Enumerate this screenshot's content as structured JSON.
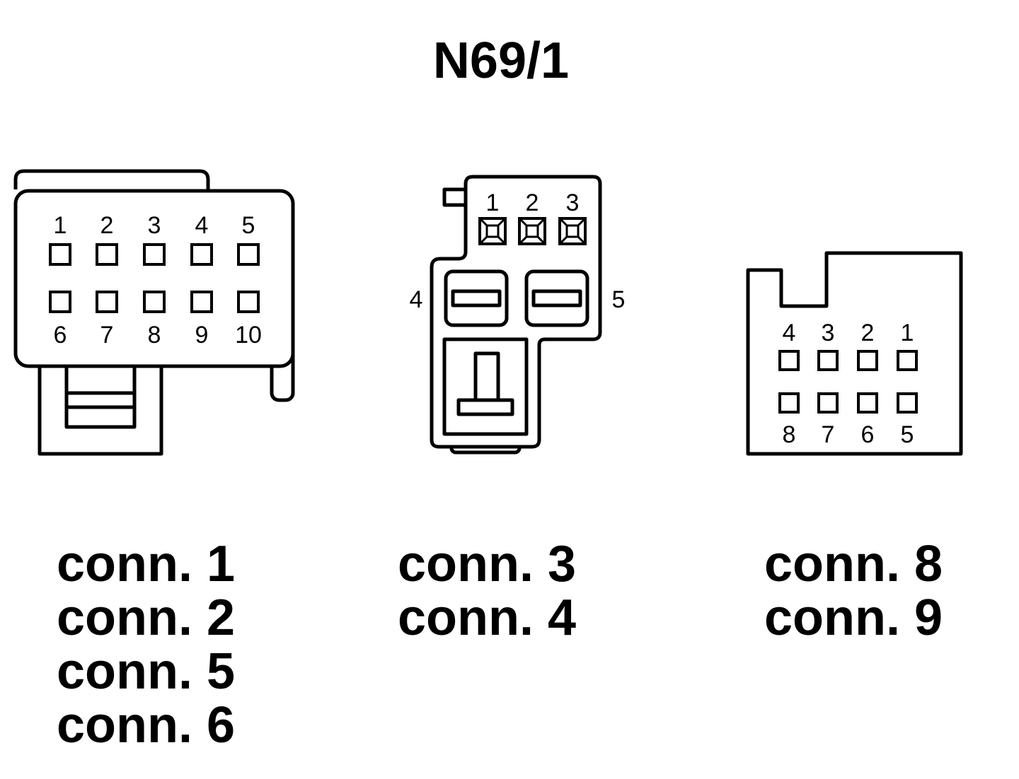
{
  "title": "N69/1",
  "connectors": [
    {
      "pin_rows": [
        [
          "1",
          "2",
          "3",
          "4",
          "5"
        ],
        [
          "6",
          "7",
          "8",
          "9",
          "10"
        ]
      ],
      "labels": [
        "conn. 1",
        "conn. 2",
        "conn. 5",
        "conn. 6"
      ]
    },
    {
      "top_pins": [
        "1",
        "2",
        "3"
      ],
      "left_pin": "4",
      "right_pin": "5",
      "labels": [
        "conn. 3",
        "conn. 4"
      ]
    },
    {
      "pin_rows": [
        [
          "4",
          "3",
          "2",
          "1"
        ],
        [
          "8",
          "7",
          "6",
          "5"
        ]
      ],
      "labels": [
        "conn. 8",
        "conn. 9"
      ]
    }
  ]
}
